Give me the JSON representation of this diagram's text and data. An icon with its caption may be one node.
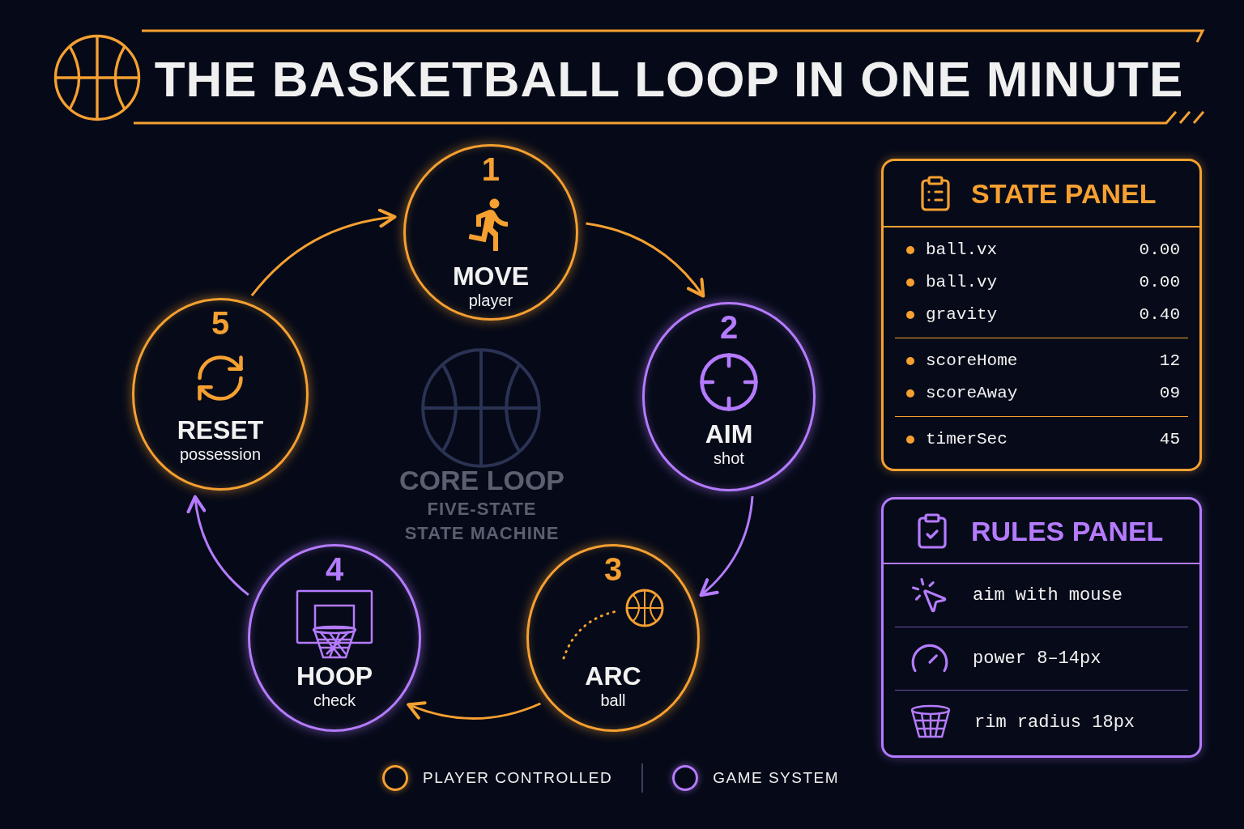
{
  "diagram": {
    "title": "THE BASKETBALL LOOP IN ONE MINUTE",
    "nodes": [
      {
        "text": [
          "1",
          "MOVE",
          "player"
        ]
      },
      {
        "text": [
          "2",
          "AIM",
          "shot"
        ]
      },
      {
        "text": [
          "3",
          "ARC",
          "ball"
        ]
      },
      {
        "text": [
          "4",
          "HOOP",
          "check"
        ]
      },
      {
        "text": [
          "5",
          "RESET",
          "possession"
        ]
      },
      {
        "text": [
          "STATE PANEL",
          "ball.vx",
          "0.00",
          "ball.vy",
          "0.00",
          "gravity",
          "0.40",
          "scoreHome",
          "12",
          "scoreAway",
          "09",
          "timerSec",
          "45"
        ]
      },
      {
        "text": [
          "RULES PANEL",
          "aim with mouse",
          "power 8–14px",
          "rim radius 18px"
        ]
      }
    ],
    "edges": [
      {
        "from": 0,
        "to": 1,
        "arrow": "to"
      },
      {
        "from": 1,
        "to": 2,
        "arrow": "to",
        "color": "#b57bff"
      },
      {
        "from": 2,
        "to": 3,
        "arrow": "to"
      },
      {
        "from": 3,
        "to": 4,
        "arrow": "to",
        "color": "#b57bff"
      },
      {
        "from": 4,
        "to": 0,
        "arrow": "to"
      }
    ],
    "labels": [
      "CORE LOOP",
      "FIVE-STATE STATE MACHINE"
    ],
    "legend": [
      {
        "text": "PLAYER CONTROLLED",
        "color": "#f5a031"
      },
      {
        "text": "GAME SYSTEM",
        "color": "#b57bff"
      }
    ]
  }
}
